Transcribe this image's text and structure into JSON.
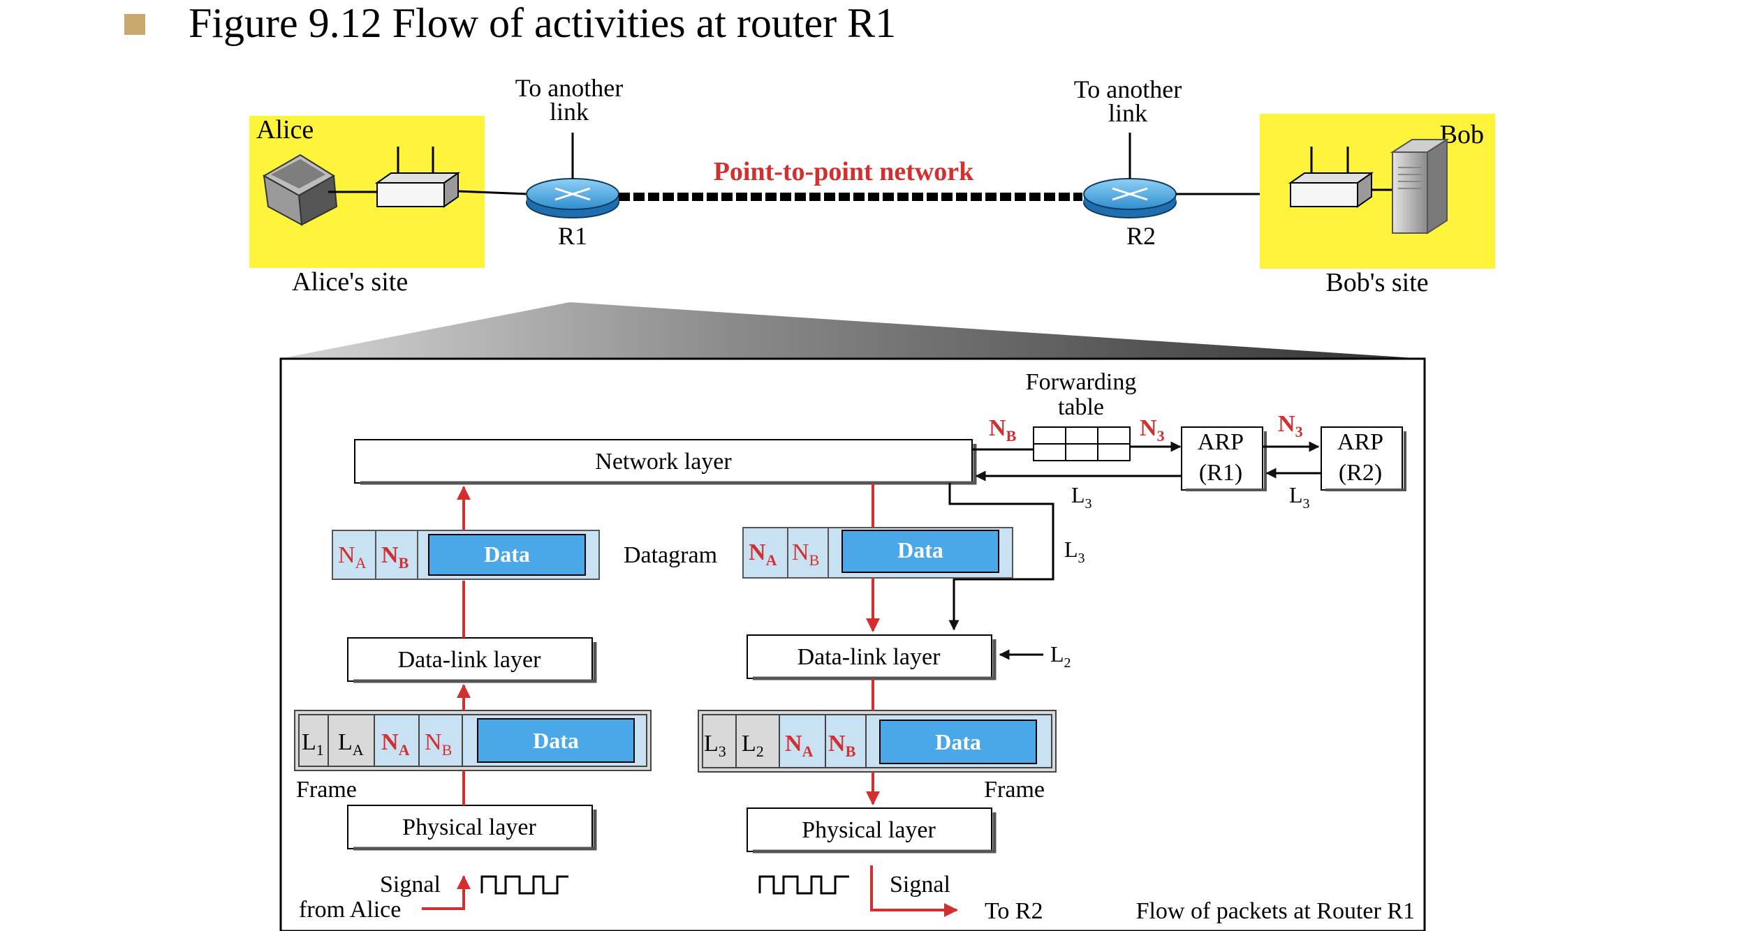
{
  "slide": {
    "bullet_color": "#C8A96E",
    "title": "Figure 9.12 Flow of activities at router R1"
  },
  "topology": {
    "alice_label": "Alice",
    "alice_site": "Alice's site",
    "bob_label": "Bob",
    "bob_site": "Bob's site",
    "to_another_link_1": "To another",
    "to_another_link_2": "link",
    "network_label": "Point-to-point network",
    "r1_label": "R1",
    "r2_label": "R2",
    "site_color": "#FFF43C",
    "network_label_color": "#D32F2F"
  },
  "flow": {
    "network_layer": "Network layer",
    "datalink_layer": "Data-link layer",
    "physical_layer": "Physical layer",
    "datagram_label": "Datagram",
    "frame_label": "Frame",
    "data_label": "Data",
    "forwarding_table_1": "Forwarding",
    "forwarding_table_2": "table",
    "arp": "ARP",
    "arp_r1": "(R1)",
    "arp_r2": "(R2)",
    "signal_label": "Signal",
    "from_alice": "from Alice",
    "to_r2": "To R2",
    "caption": "Flow of packets at Router R1",
    "addr_N": "N",
    "addr_L": "L",
    "sub_A": "A",
    "sub_B": "B",
    "sub_1": "1",
    "sub_2": "2",
    "sub_3": "3",
    "data_color": "#4AA8E8",
    "field_color": "#C8E2F4",
    "arrow_color": "#D32F2F"
  }
}
